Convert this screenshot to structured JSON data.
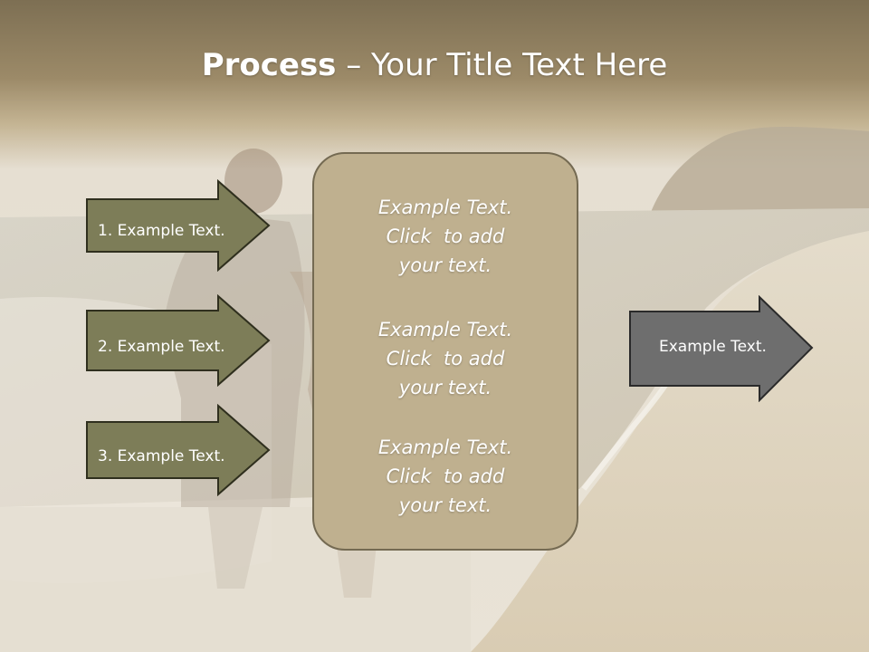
{
  "slide": {
    "title_bold": "Process",
    "title_rest": " – Your Title Text Here",
    "colors": {
      "title_band": "#8f7f60",
      "left_arrows": "#7d7d58",
      "center_box": "#bfb08f",
      "right_arrow": "#6e6e6e"
    },
    "left_arrows": [
      {
        "label": "1. Example Text."
      },
      {
        "label": "2. Example Text."
      },
      {
        "label": "3. Example Text."
      }
    ],
    "center_texts": [
      {
        "line1": "Example Text.",
        "line2": "Click  to add",
        "line3": "your text."
      },
      {
        "line1": "Example Text.",
        "line2": "Click  to add",
        "line3": "your text."
      },
      {
        "line1": "Example Text.",
        "line2": "Click  to add",
        "line3": "your text."
      }
    ],
    "right_arrow": {
      "label": "Example Text."
    }
  }
}
